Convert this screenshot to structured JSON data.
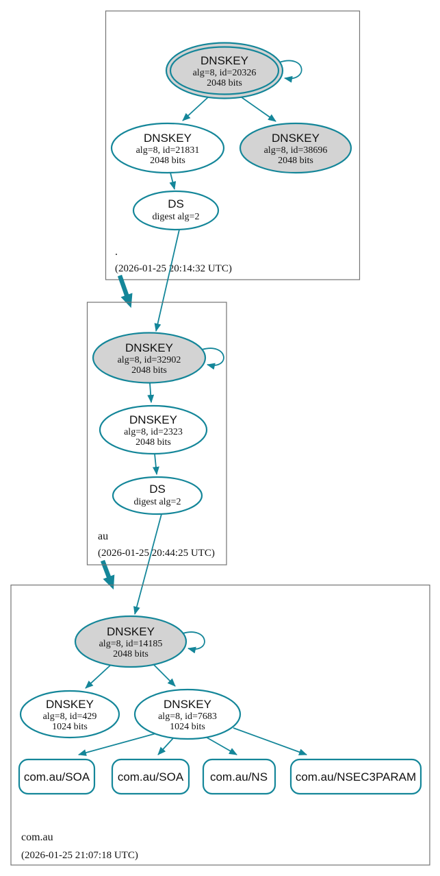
{
  "colors": {
    "edge_teal": "#148699",
    "sep_node_fill": "#d3d3d3",
    "plain_node_fill": "#ffffff",
    "zone_box_border": "#737373",
    "text": "#111111"
  },
  "zones": [
    {
      "name": ".",
      "timestamp": "(2026-01-25 20:14:32 UTC)",
      "nodes": {
        "ksk": {
          "title": "DNSKEY",
          "detail": "alg=8, id=20326",
          "bits": "2048 bits"
        },
        "zsk": {
          "title": "DNSKEY",
          "detail": "alg=8, id=21831",
          "bits": "2048 bits"
        },
        "key2": {
          "title": "DNSKEY",
          "detail": "alg=8, id=38696",
          "bits": "2048 bits"
        },
        "ds": {
          "title": "DS",
          "detail": "digest alg=2"
        }
      }
    },
    {
      "name": "au",
      "timestamp": "(2026-01-25 20:44:25 UTC)",
      "nodes": {
        "ksk": {
          "title": "DNSKEY",
          "detail": "alg=8, id=32902",
          "bits": "2048 bits"
        },
        "zsk": {
          "title": "DNSKEY",
          "detail": "alg=8, id=2323",
          "bits": "2048 bits"
        },
        "ds": {
          "title": "DS",
          "detail": "digest alg=2"
        }
      }
    },
    {
      "name": "com.au",
      "timestamp": "(2026-01-25 21:07:18 UTC)",
      "nodes": {
        "ksk": {
          "title": "DNSKEY",
          "detail": "alg=8, id=14185",
          "bits": "2048 bits"
        },
        "key1": {
          "title": "DNSKEY",
          "detail": "alg=8, id=429",
          "bits": "1024 bits"
        },
        "zsk": {
          "title": "DNSKEY",
          "detail": "alg=8, id=7683",
          "bits": "1024 bits"
        },
        "rrsets": [
          {
            "label": "com.au/SOA"
          },
          {
            "label": "com.au/SOA"
          },
          {
            "label": "com.au/NS"
          },
          {
            "label": "com.au/NSEC3PARAM"
          }
        ]
      }
    }
  ]
}
